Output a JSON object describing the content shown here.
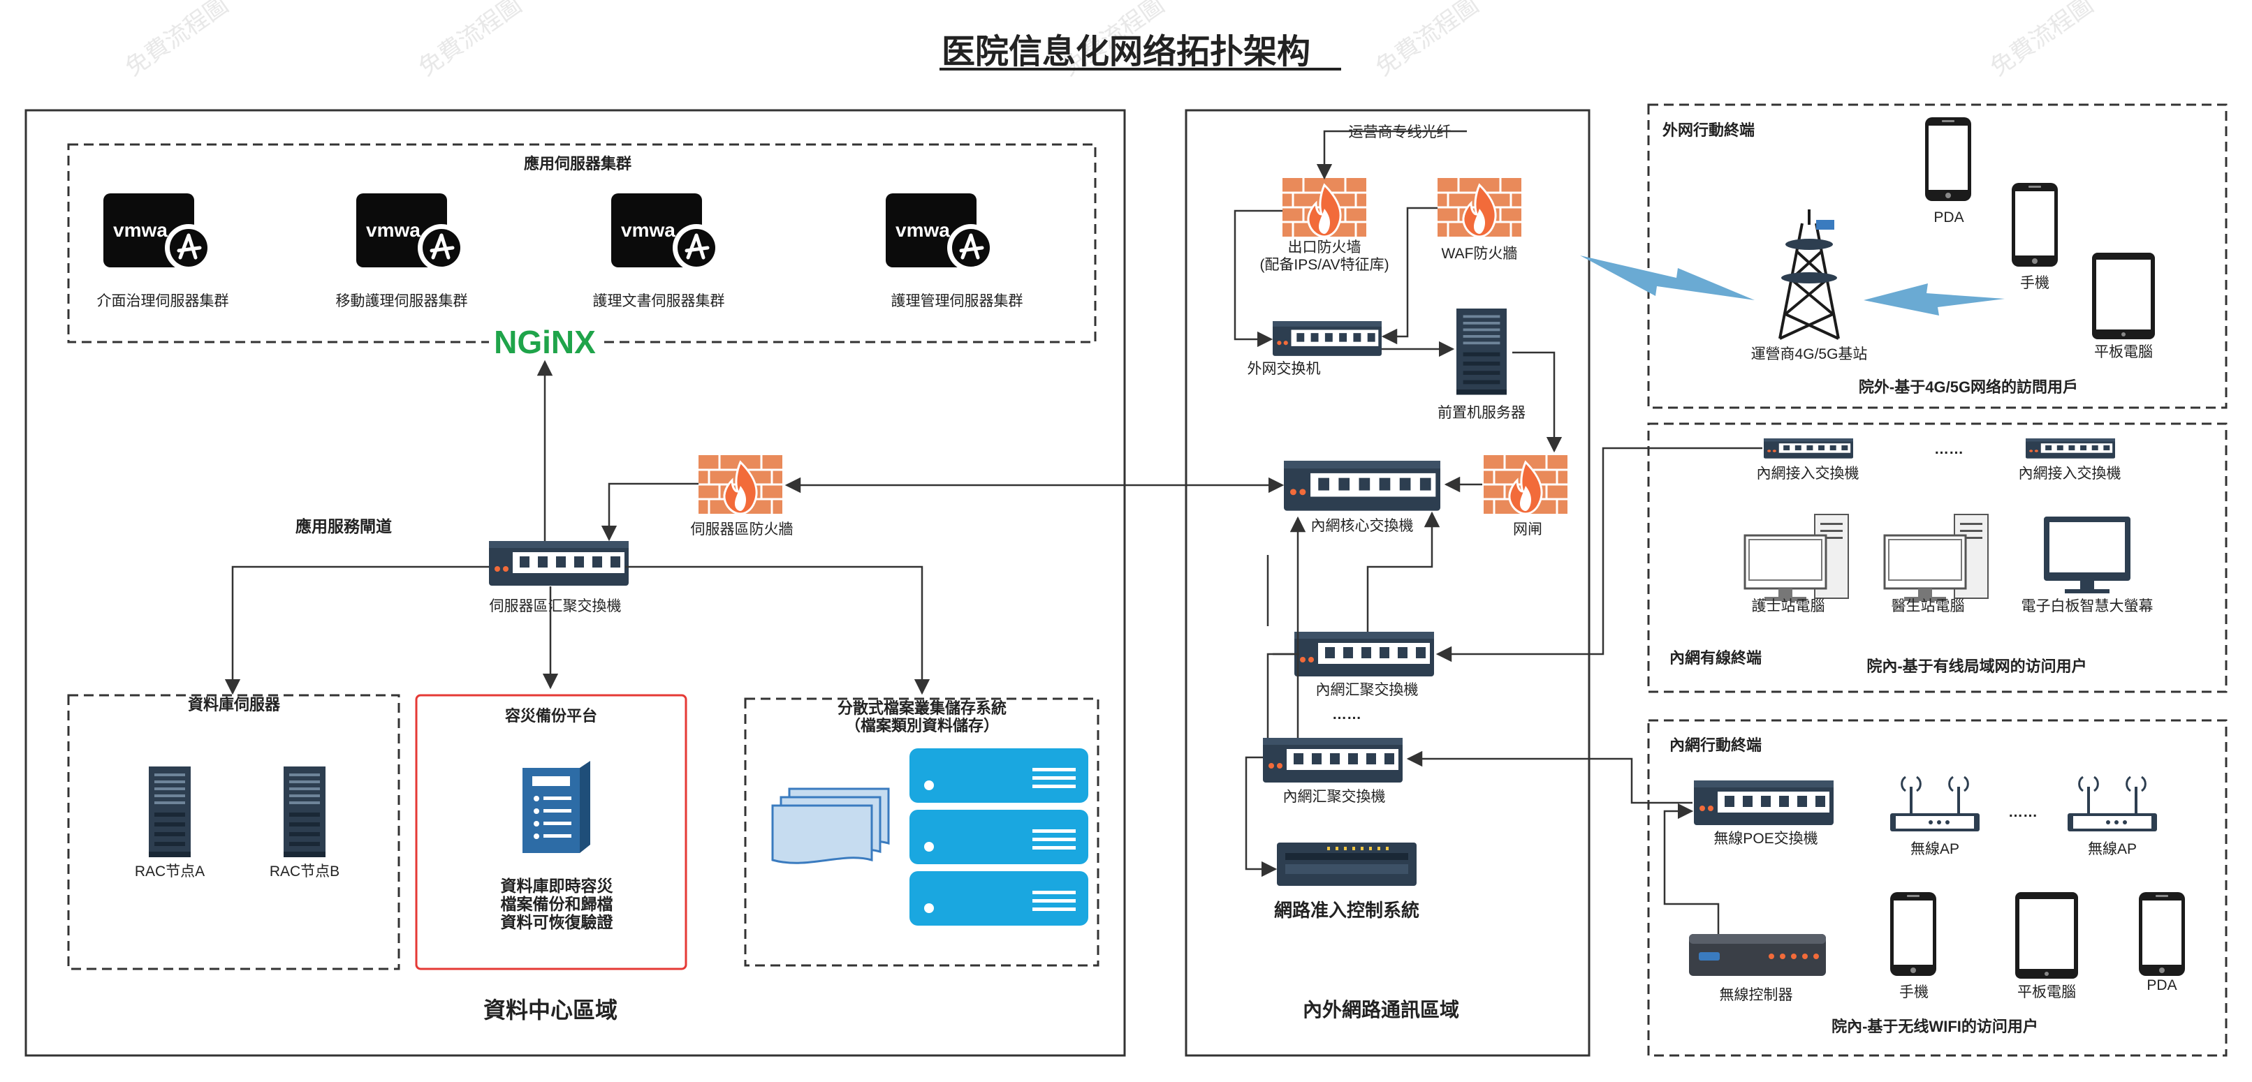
{
  "title": "医院信息化网络拓扑架构",
  "regions": {
    "datacenter": "資料中心區域",
    "network": "內外網路通訊區域"
  },
  "groups": {
    "app_cluster": "應用伺服器集群",
    "db_servers": "資料庫伺服器",
    "dr_platform": "容災備份平台",
    "dfs": "分散式檔案叢集儲存系統",
    "dfs_sub": "（檔案類別資料儲存）",
    "ext_mobile": "外网行動終端",
    "ext_mobile_caption": "院外-基于4G/5G网络的訪問用戶",
    "wired": "內網有線終端",
    "wired_caption": "院內-基于有线局域网的访问用户",
    "int_mobile": "內網行動終端",
    "int_mobile_caption": "院內-基于无线WIFI的访问用户"
  },
  "vm_brand": "vmwa",
  "app_servers": [
    "介面治理伺服器集群",
    "移動護理伺服器集群",
    "護理文書伺服器集群",
    "護理管理伺服器集群"
  ],
  "nginx": "NGiNX",
  "app_channel": "應用服務閘道",
  "server_firewall": "伺服器區防火牆",
  "server_switch": "伺服器區汇聚交換機",
  "rac": [
    "RAC节点A",
    "RAC节点B"
  ],
  "dr_lines": [
    "資料庫即時容災",
    "檔案備份和歸檔",
    "資料可恢復驗證"
  ],
  "carrier_fiber": "运营商专线光纤",
  "exit_firewall": [
    "出口防火墙",
    "(配备IPS/AV特征库)"
  ],
  "waf": "WAF防火牆",
  "ext_switch": "外网交换机",
  "front_server": "前置机服务器",
  "core_switch": "內網核心交換機",
  "gateway": "网闸",
  "agg_switch": "內網汇聚交換機",
  "ellipsis": "……",
  "ellipsis_short": "……",
  "nac": "網路准入控制系統",
  "base_station": "運營商4G/5G基站",
  "pda": "PDA",
  "phone": "手機",
  "tablet": "平板電腦",
  "access_switch": "內網接入交換機",
  "nurse_pc": "護士站電腦",
  "doctor_pc": "醫生站電腦",
  "whiteboard": "電子白板智慧大螢幕",
  "poe_switch": "無線POE交換機",
  "ap": "無線AP",
  "wlc": "無線控制器",
  "colors": {
    "dark_device": "#2d3e50",
    "firewall": "#e98a5a",
    "nginx": "#1fa44a",
    "storage": "#1aa7e0",
    "dr_border": "#e53935",
    "lightning": "#6aaad3"
  }
}
